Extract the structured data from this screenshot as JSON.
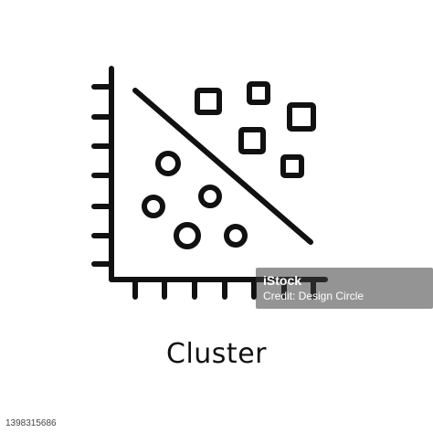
{
  "caption": "Cluster",
  "watermark": {
    "logo": "iStock",
    "credit": "Credit: Design Circle"
  },
  "image_id": "1398315686",
  "colors": {
    "stroke": "#111111",
    "background": "#ffffff"
  },
  "icon": "scatter-cluster-icon"
}
